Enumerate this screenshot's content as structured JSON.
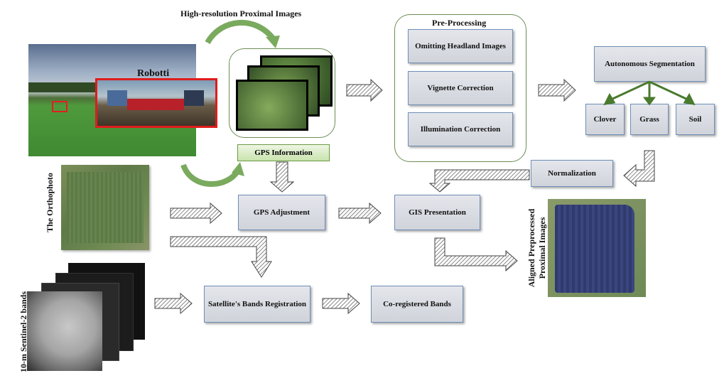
{
  "robot_label": "Robotti",
  "proximal_title": "High-resolution  Proximal  Images",
  "gps_info": "GPS Information",
  "preproc": {
    "title": "Pre-Processing",
    "steps": [
      "Omitting  Headland  Images",
      "Vignette  Correction",
      "Illumination  Correction"
    ]
  },
  "segmentation": {
    "title": "Autonomous  Segmentation",
    "classes": [
      "Clover",
      "Grass",
      "Soil"
    ]
  },
  "normalization": "Normalization",
  "orthophoto_label": "The Orthophoto",
  "gps_adjustment": "GPS Adjustment",
  "gis_presentation": "GIS Presentation",
  "aligned_label_1": "Aligned Preprocessed",
  "aligned_label_2": "Proximal Images",
  "sentinel_label": "10-m Sentinel-2 bands",
  "band_registration": "Satellite's Bands Registration",
  "coregistered": "Co-registered Bands",
  "colors": {
    "green_arrow": "#7aaa5e",
    "tree_line": "#4a7a2e",
    "box_border": "#6f8fb8"
  }
}
